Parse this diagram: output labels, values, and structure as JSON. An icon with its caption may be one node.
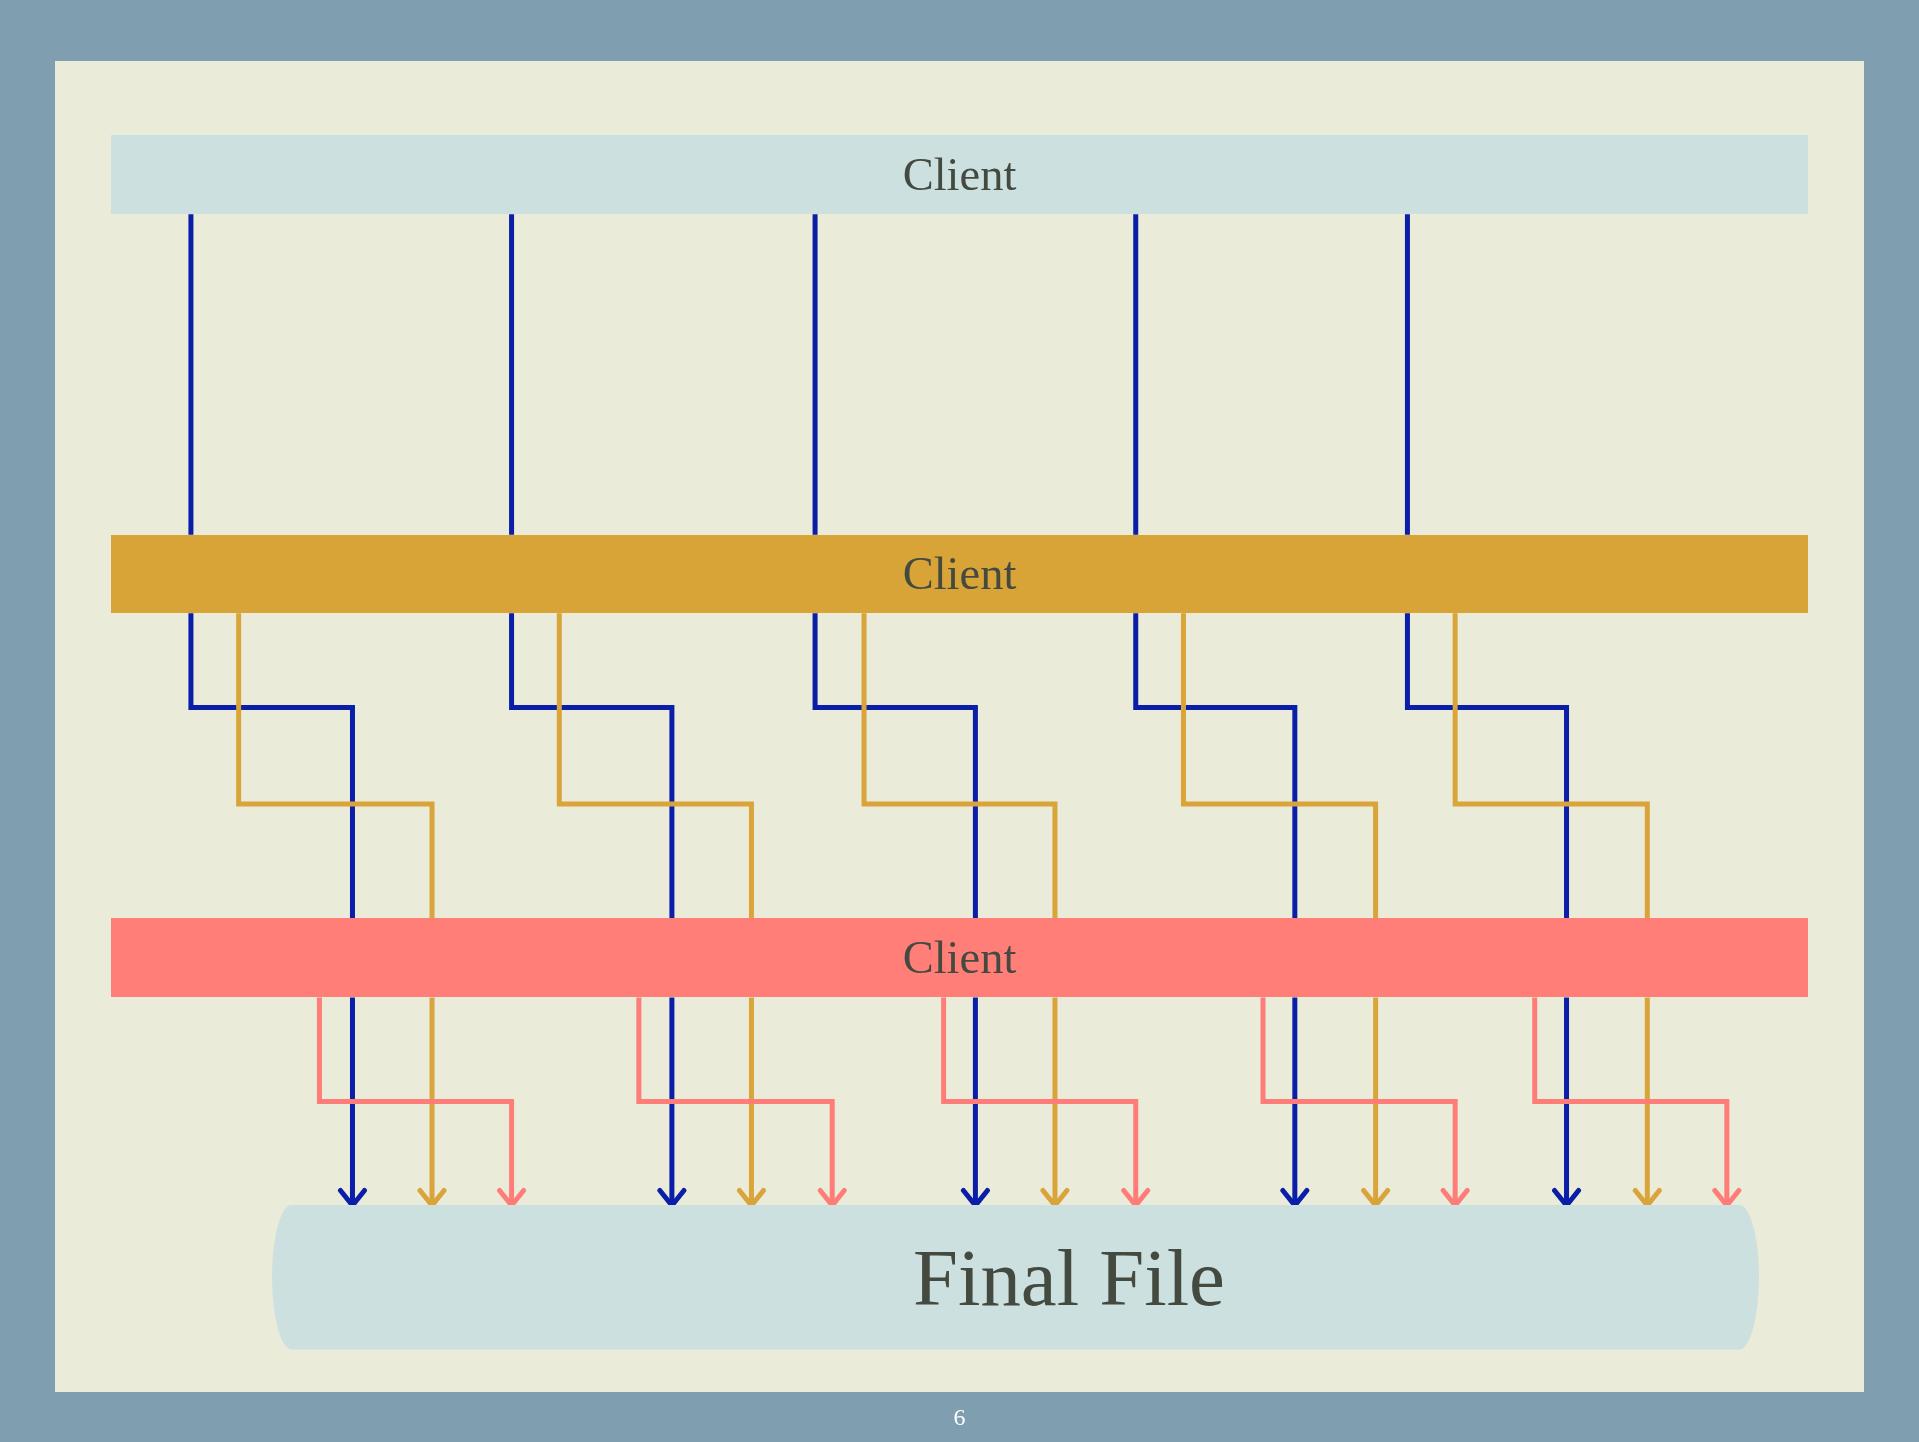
{
  "diagram": {
    "nodes": [
      {
        "text": [
          "Client"
        ]
      },
      {
        "text": [
          "Client"
        ]
      },
      {
        "text": [
          "Client"
        ]
      },
      {
        "text": [
          "Final File"
        ]
      }
    ],
    "edges": [
      {
        "from": 0,
        "to": 1,
        "arrow": "none",
        "color": "#0a1ea8"
      },
      {
        "from": 0,
        "to": 1,
        "arrow": "none",
        "color": "#0a1ea8"
      },
      {
        "from": 0,
        "to": 1,
        "arrow": "none",
        "color": "#0a1ea8"
      },
      {
        "from": 0,
        "to": 1,
        "arrow": "none",
        "color": "#0a1ea8"
      },
      {
        "from": 0,
        "to": 1,
        "arrow": "none",
        "color": "#0a1ea8"
      },
      {
        "from": 1,
        "to": 2,
        "arrow": "none",
        "color": "#0a1ea8"
      },
      {
        "from": 1,
        "to": 2,
        "arrow": "none",
        "color": "#0a1ea8"
      },
      {
        "from": 1,
        "to": 2,
        "arrow": "none",
        "color": "#0a1ea8"
      },
      {
        "from": 1,
        "to": 2,
        "arrow": "none",
        "color": "#0a1ea8"
      },
      {
        "from": 1,
        "to": 2,
        "arrow": "none",
        "color": "#0a1ea8"
      },
      {
        "from": 2,
        "to": 3,
        "arrow": "to",
        "color": "#0a1ea8"
      },
      {
        "from": 2,
        "to": 3,
        "arrow": "to",
        "color": "#0a1ea8"
      },
      {
        "from": 2,
        "to": 3,
        "arrow": "to",
        "color": "#0a1ea8"
      },
      {
        "from": 2,
        "to": 3,
        "arrow": "to",
        "color": "#0a1ea8"
      },
      {
        "from": 2,
        "to": 3,
        "arrow": "to",
        "color": "#0a1ea8"
      },
      {
        "from": 1,
        "to": 2,
        "arrow": "none",
        "color": "#d9a43a"
      },
      {
        "from": 1,
        "to": 2,
        "arrow": "none",
        "color": "#d9a43a"
      },
      {
        "from": 1,
        "to": 2,
        "arrow": "none",
        "color": "#d9a43a"
      },
      {
        "from": 1,
        "to": 2,
        "arrow": "none",
        "color": "#d9a43a"
      },
      {
        "from": 1,
        "to": 2,
        "arrow": "none",
        "color": "#d9a43a"
      },
      {
        "from": 2,
        "to": 3,
        "arrow": "to",
        "color": "#d9a43a"
      },
      {
        "from": 2,
        "to": 3,
        "arrow": "to",
        "color": "#d9a43a"
      },
      {
        "from": 2,
        "to": 3,
        "arrow": "to",
        "color": "#d9a43a"
      },
      {
        "from": 2,
        "to": 3,
        "arrow": "to",
        "color": "#d9a43a"
      },
      {
        "from": 2,
        "to": 3,
        "arrow": "to",
        "color": "#d9a43a"
      },
      {
        "from": 2,
        "to": 3,
        "arrow": "to",
        "color": "#ff7d78"
      },
      {
        "from": 2,
        "to": 3,
        "arrow": "to",
        "color": "#ff7d78"
      },
      {
        "from": 2,
        "to": 3,
        "arrow": "to",
        "color": "#ff7d78"
      },
      {
        "from": 2,
        "to": 3,
        "arrow": "to",
        "color": "#ff7d78"
      },
      {
        "from": 2,
        "to": 3,
        "arrow": "to",
        "color": "#ff7d78"
      }
    ],
    "labels": [
      "6"
    ]
  }
}
